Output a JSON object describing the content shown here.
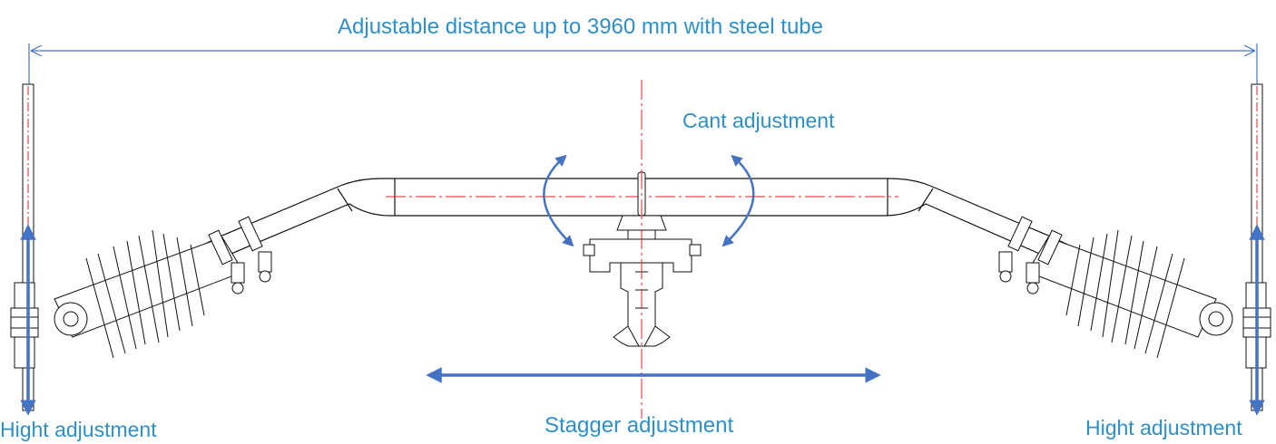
{
  "labels": {
    "dimension": "Adjustable distance up to 3960 mm with steel tube",
    "cant": "Cant adjustment",
    "stagger": "Stagger adjustment",
    "height_left": "Hight adjustment",
    "height_right": "Hight adjustment"
  },
  "colors": {
    "text": "#2e8fc9",
    "arrow": "#4472c4",
    "centerline": "#e0202a",
    "drawing": "#111111"
  }
}
